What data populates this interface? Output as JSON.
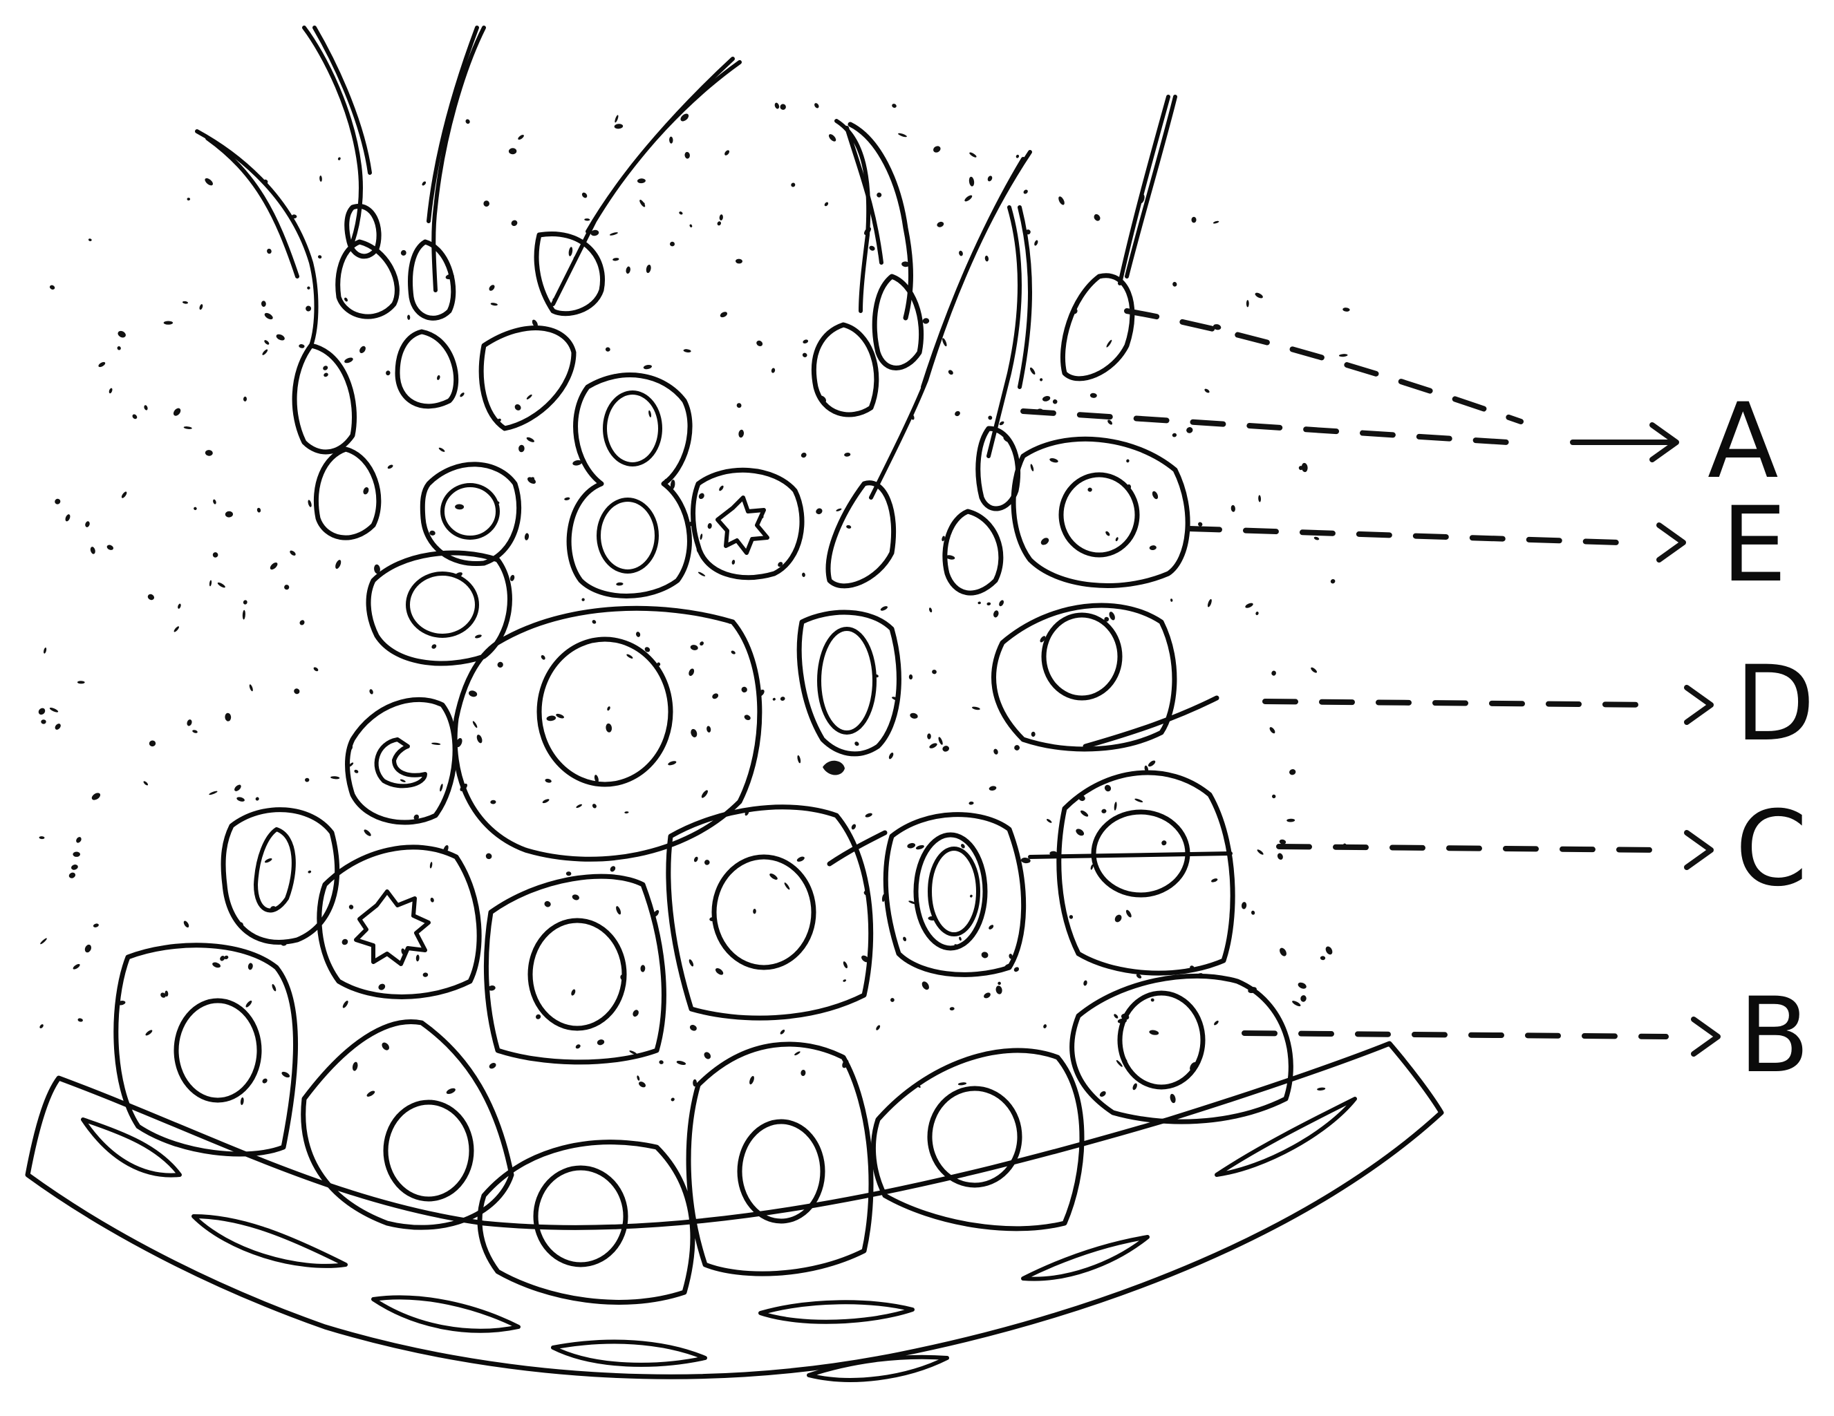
{
  "diagram": {
    "labels": [
      {
        "id": "A",
        "text": "A"
      },
      {
        "id": "E",
        "text": "E"
      },
      {
        "id": "D",
        "text": "D"
      },
      {
        "id": "C",
        "text": "C"
      },
      {
        "id": "B",
        "text": "B"
      }
    ]
  }
}
